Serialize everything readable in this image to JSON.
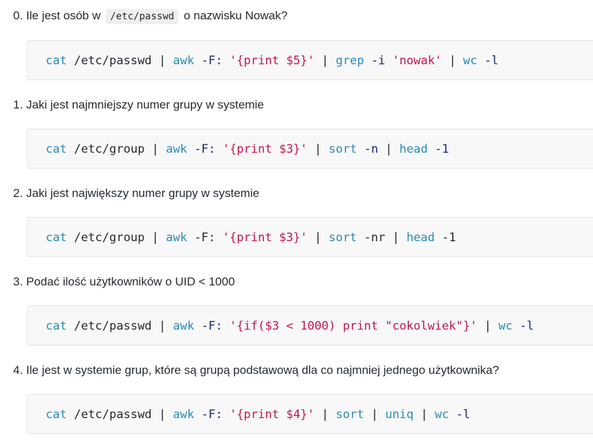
{
  "colors": {
    "command": "#2a8bb8",
    "string": "#c0174f",
    "flag": "#1a2a6c",
    "text": "#24292f",
    "inline_code_bg": "#efefef",
    "code_block_bg": "#f8f8f8",
    "code_block_border": "#e4e4e4"
  },
  "items": [
    {
      "question_before": "0. Ile jest osób w",
      "question_code": "/etc/passwd",
      "question_after": "o nazwisku Nowak?",
      "code_tokens": [
        {
          "t": "cat",
          "k": "cmd"
        },
        {
          "t": " /etc/passwd | ",
          "k": "plain"
        },
        {
          "t": "awk",
          "k": "cmd"
        },
        {
          "t": " ",
          "k": "plain"
        },
        {
          "t": "-F:",
          "k": "flag"
        },
        {
          "t": " ",
          "k": "plain"
        },
        {
          "t": "'{print $5}'",
          "k": "str"
        },
        {
          "t": " | ",
          "k": "plain"
        },
        {
          "t": "grep",
          "k": "cmd"
        },
        {
          "t": " ",
          "k": "plain"
        },
        {
          "t": "-i",
          "k": "flag"
        },
        {
          "t": " ",
          "k": "plain"
        },
        {
          "t": "'nowak'",
          "k": "str"
        },
        {
          "t": " | ",
          "k": "plain"
        },
        {
          "t": "wc",
          "k": "cmd"
        },
        {
          "t": " ",
          "k": "plain"
        },
        {
          "t": "-l",
          "k": "flag"
        }
      ]
    },
    {
      "question_before": "1. Jaki jest najmniejszy numer grupy w systemie",
      "question_code": "",
      "question_after": "",
      "code_tokens": [
        {
          "t": "cat",
          "k": "cmd"
        },
        {
          "t": " /etc/group | ",
          "k": "plain"
        },
        {
          "t": "awk",
          "k": "cmd"
        },
        {
          "t": " ",
          "k": "plain"
        },
        {
          "t": "-F:",
          "k": "flag"
        },
        {
          "t": " ",
          "k": "plain"
        },
        {
          "t": "'{print $3}'",
          "k": "str"
        },
        {
          "t": " | ",
          "k": "plain"
        },
        {
          "t": "sort",
          "k": "cmd"
        },
        {
          "t": " ",
          "k": "plain"
        },
        {
          "t": "-n",
          "k": "flag"
        },
        {
          "t": " | ",
          "k": "plain"
        },
        {
          "t": "head",
          "k": "cmd"
        },
        {
          "t": " ",
          "k": "plain"
        },
        {
          "t": "-1",
          "k": "flag"
        }
      ]
    },
    {
      "question_before": "2. Jaki jest największy numer grupy w systemie",
      "question_code": "",
      "question_after": "",
      "code_tokens": [
        {
          "t": "cat",
          "k": "cmd"
        },
        {
          "t": " /etc/group | ",
          "k": "plain"
        },
        {
          "t": "awk",
          "k": "cmd"
        },
        {
          "t": " -F: ",
          "k": "plain"
        },
        {
          "t": "'{print $3}'",
          "k": "str"
        },
        {
          "t": " | ",
          "k": "plain"
        },
        {
          "t": "sort",
          "k": "cmd"
        },
        {
          "t": " -nr | ",
          "k": "plain"
        },
        {
          "t": "head",
          "k": "cmd"
        },
        {
          "t": " -1",
          "k": "plain"
        }
      ]
    },
    {
      "question_before": "3. Podać ilość użytkowników o UID < 1000",
      "question_code": "",
      "question_after": "",
      "code_tokens": [
        {
          "t": "cat",
          "k": "cmd"
        },
        {
          "t": " /etc/passwd | ",
          "k": "plain"
        },
        {
          "t": "awk",
          "k": "cmd"
        },
        {
          "t": " ",
          "k": "plain"
        },
        {
          "t": "-F:",
          "k": "flag"
        },
        {
          "t": " ",
          "k": "plain"
        },
        {
          "t": "'{if($3 < 1000) print \"cokolwiek\"}'",
          "k": "str"
        },
        {
          "t": " | ",
          "k": "plain"
        },
        {
          "t": "wc",
          "k": "cmd"
        },
        {
          "t": " ",
          "k": "plain"
        },
        {
          "t": "-l",
          "k": "flag"
        }
      ]
    },
    {
      "question_before": "4. Ile jest w systemie grup, które są grupą podstawową dla co najmniej jednego użytkownika?",
      "question_code": "",
      "question_after": "",
      "code_tokens": [
        {
          "t": "cat",
          "k": "cmd"
        },
        {
          "t": " /etc/passwd | ",
          "k": "plain"
        },
        {
          "t": "awk",
          "k": "cmd"
        },
        {
          "t": " ",
          "k": "plain"
        },
        {
          "t": "-F:",
          "k": "flag"
        },
        {
          "t": " ",
          "k": "plain"
        },
        {
          "t": "'{print $4}'",
          "k": "str"
        },
        {
          "t": " | ",
          "k": "plain"
        },
        {
          "t": "sort",
          "k": "cmd"
        },
        {
          "t": " | ",
          "k": "plain"
        },
        {
          "t": "uniq",
          "k": "cmd"
        },
        {
          "t": " | ",
          "k": "plain"
        },
        {
          "t": "wc",
          "k": "cmd"
        },
        {
          "t": " ",
          "k": "plain"
        },
        {
          "t": "-l",
          "k": "flag"
        }
      ]
    }
  ]
}
